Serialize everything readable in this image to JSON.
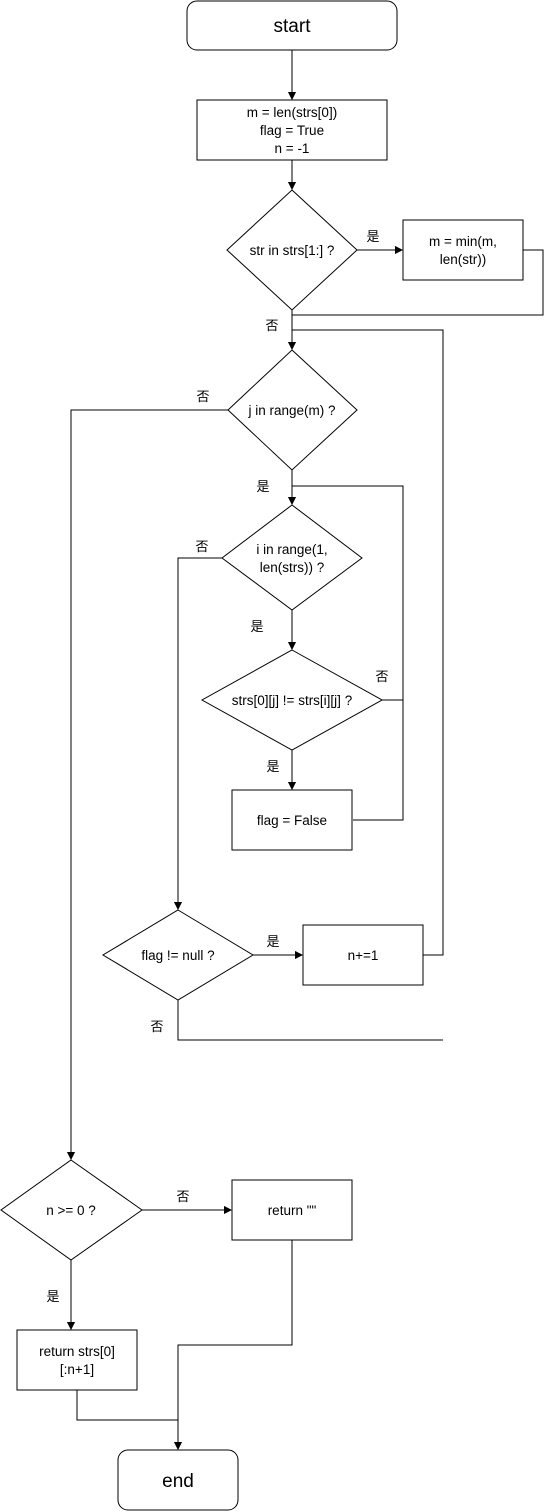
{
  "nodes": {
    "start": "start",
    "init": [
      "m = len(strs[0])",
      "flag = True",
      "n = -1"
    ],
    "loop_str": "str in strs[1:]  ?",
    "min_m": [
      "m = min(m,",
      "len(str))"
    ],
    "loop_j": "j in range(m) ?",
    "loop_i": [
      "i in range(1,",
      "len(strs)) ?"
    ],
    "compare": "strs[0][j] != strs[i][j] ?",
    "flag_false": "flag = False",
    "flag_check": "flag != null ?",
    "inc_n": "n+=1",
    "n_check": "n >= 0 ?",
    "return_empty": "return \"\"",
    "return_prefix": [
      "return strs[0]",
      "[:n+1]"
    ],
    "end": "end"
  },
  "labels": {
    "yes": "是",
    "no": "否"
  }
}
